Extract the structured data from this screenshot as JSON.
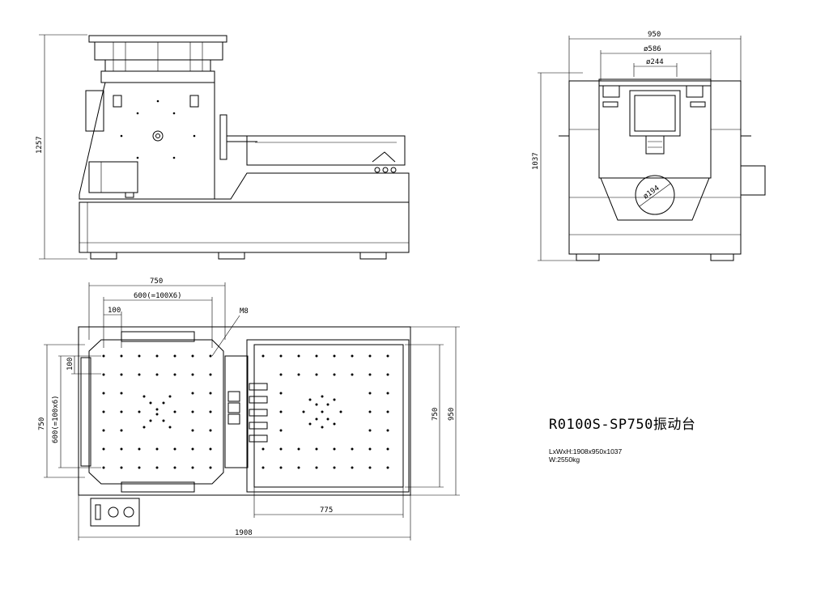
{
  "drawing": {
    "title": "R0100S-SP750振动台",
    "specs": {
      "size": "LxWxH:1908x950x1037",
      "weight": "W:2550kg"
    }
  },
  "dimensions": {
    "side_view": {
      "height": "1257"
    },
    "front_view": {
      "width": "950",
      "dia_top": "ø586",
      "dia_mid": "ø244",
      "height": "1037",
      "dia_port": "ø194"
    },
    "plan_view": {
      "table_width": "750",
      "hole_span": "600(=100X6)",
      "pitch": "100",
      "thread": "M8",
      "side_750": "750",
      "side_600": "600(=100x6)",
      "side_100": "100",
      "slip_750": "750",
      "overall_950": "950",
      "slip_775": "775",
      "overall_1908": "1908"
    }
  }
}
